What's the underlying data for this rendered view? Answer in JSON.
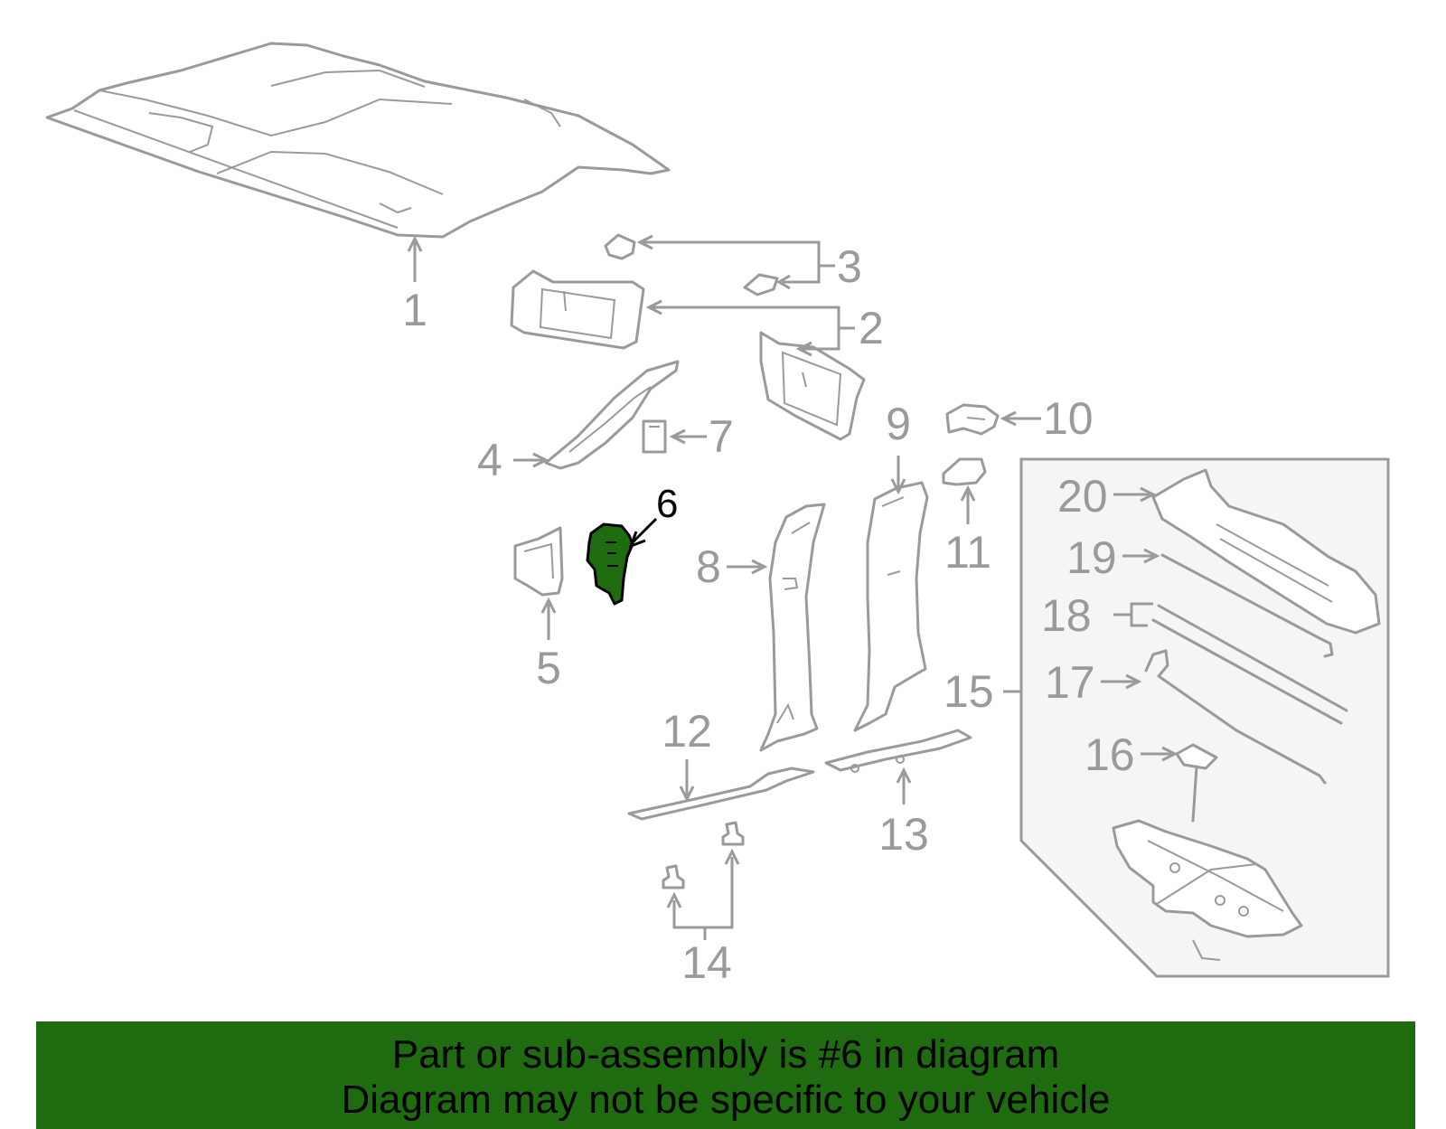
{
  "diagram": {
    "highlight_color": "#1f6b0f",
    "callouts": [
      {
        "id": "1",
        "text": "1"
      },
      {
        "id": "2",
        "text": "2"
      },
      {
        "id": "3",
        "text": "3"
      },
      {
        "id": "4",
        "text": "4"
      },
      {
        "id": "5",
        "text": "5"
      },
      {
        "id": "6",
        "text": "6"
      },
      {
        "id": "7",
        "text": "7"
      },
      {
        "id": "8",
        "text": "8"
      },
      {
        "id": "9",
        "text": "9"
      },
      {
        "id": "10",
        "text": "10"
      },
      {
        "id": "11",
        "text": "11"
      },
      {
        "id": "12",
        "text": "12"
      },
      {
        "id": "13",
        "text": "13"
      },
      {
        "id": "14",
        "text": "14"
      },
      {
        "id": "15",
        "text": "15"
      },
      {
        "id": "16",
        "text": "16"
      },
      {
        "id": "17",
        "text": "17"
      },
      {
        "id": "18",
        "text": "18"
      },
      {
        "id": "19",
        "text": "19"
      },
      {
        "id": "20",
        "text": "20"
      }
    ]
  },
  "footer": {
    "line1": "Part or sub-assembly is #6 in diagram",
    "line2": "Diagram may not be specific to your vehicle",
    "background": "#1f6b0f"
  }
}
